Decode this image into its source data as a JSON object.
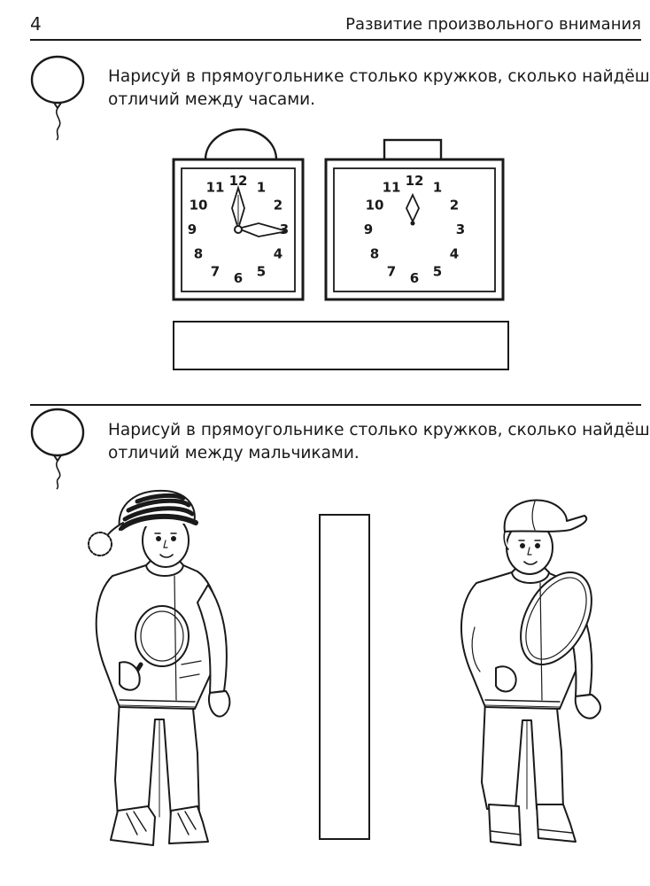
{
  "header": {
    "page_number": "4",
    "title": "Развитие произвольного внимания"
  },
  "tasks": [
    {
      "line1": "Нарисуй в прямоугольнике столько кружков, сколько найдёшь",
      "line2": "отличий между часами.",
      "icon": "balloon-icon"
    },
    {
      "line1": "Нарисуй в прямоугольнике столько кружков, сколько найдёшь",
      "line2": "отличий между мальчиками.",
      "icon": "balloon-icon"
    }
  ],
  "clock_numerals": [
    "12",
    "1",
    "2",
    "3",
    "4",
    "5",
    "6",
    "7",
    "8",
    "9",
    "10",
    "11"
  ],
  "clocks": {
    "left": {
      "top_shape": "dome",
      "hands": "hour-at-12-minute-at-3"
    },
    "right": {
      "top_shape": "rectangle",
      "hands": "single-hand-at-12"
    }
  },
  "boys": {
    "left": {
      "hat": "striped-bobble-hat",
      "holding": "round-mirror"
    },
    "right": {
      "hat": "cap",
      "holding": "oval-mirror"
    }
  }
}
